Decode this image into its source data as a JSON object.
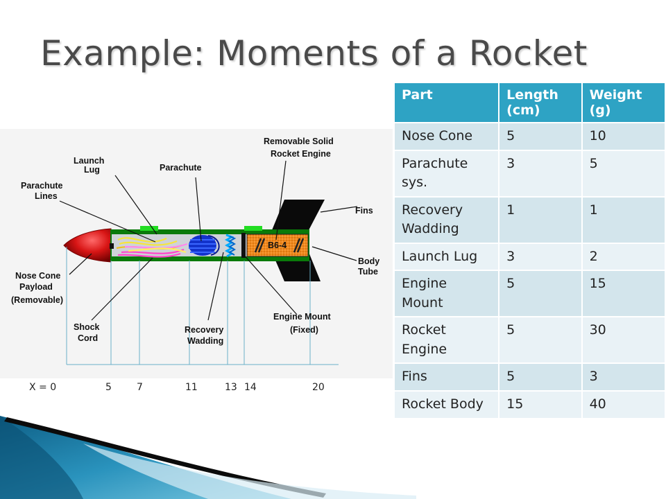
{
  "title": "Example: Moments of a Rocket",
  "diagram": {
    "labels": {
      "launch_lug": [
        "Launch",
        "Lug"
      ],
      "parachute": "Parachute",
      "removable_engine": [
        "Removable  Solid",
        "Rocket  Engine"
      ],
      "parachute_lines": [
        "Parachute",
        "Lines"
      ],
      "fins": "Fins",
      "body_tube": [
        "Body",
        "Tube"
      ],
      "nose_cone": [
        "Nose Cone",
        "Payload",
        "(Removable)"
      ],
      "shock_cord": [
        "Shock",
        "Cord"
      ],
      "recovery_wadding": [
        "Recovery",
        "Wadding"
      ],
      "engine_mount": [
        "Engine Mount",
        "(Fixed)"
      ],
      "engine_code": "B6-4"
    },
    "x_positions": [
      "X = 0",
      "5",
      "7",
      "11",
      "13",
      "14",
      "20"
    ]
  },
  "table": {
    "headers": [
      "Part",
      "Length (cm)",
      "Weight (g)"
    ],
    "rows": [
      [
        "Nose Cone",
        "5",
        "10"
      ],
      [
        "Parachute sys.",
        "3",
        "5"
      ],
      [
        "Recovery Wadding",
        "1",
        "1"
      ],
      [
        "Launch Lug",
        "3",
        "2"
      ],
      [
        "Engine Mount",
        "5",
        "15"
      ],
      [
        "Rocket Engine",
        "5",
        "30"
      ],
      [
        "Fins",
        "5",
        "3"
      ],
      [
        "Rocket Body",
        "15",
        "40"
      ]
    ]
  },
  "colors": {
    "title": "#4a4a4a",
    "header_bg": "#2ea3c4",
    "row_bg": "#d3e5ec",
    "row_alt_bg": "#e9f2f6",
    "nose_cone": "#cc1111",
    "body_tube": "#0a7a0a",
    "engine": "#f08a1e"
  }
}
